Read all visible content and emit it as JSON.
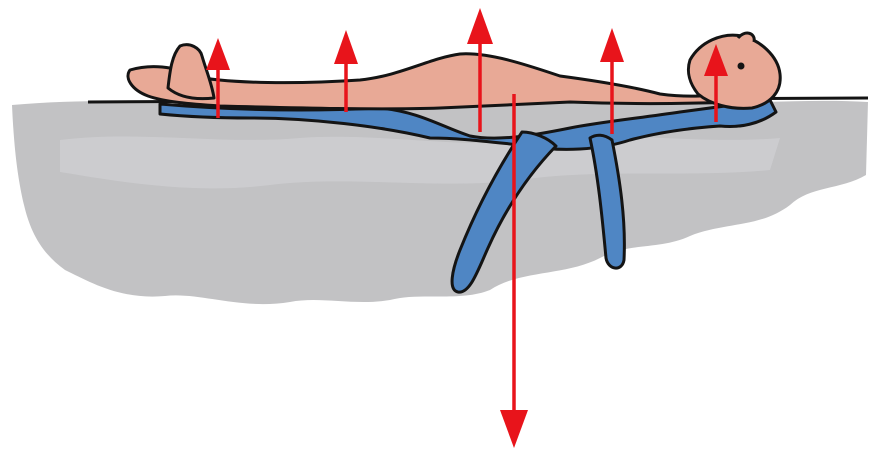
{
  "colors": {
    "background": "#ffffff",
    "water": "#c2c2c4",
    "water_light": "#d6d6d8",
    "skin": "#e8a996",
    "swimsuit": "#4f86c4",
    "outline": "#141414",
    "arrow": "#e8141b"
  },
  "forces": {
    "buoyancy_count": 5,
    "buoyancy_direction": "up",
    "weight_count": 1,
    "weight_direction": "down"
  },
  "icons": {
    "figure": "floating-person",
    "up_arrow": "buoyancy-arrow",
    "down_arrow": "gravity-arrow"
  }
}
